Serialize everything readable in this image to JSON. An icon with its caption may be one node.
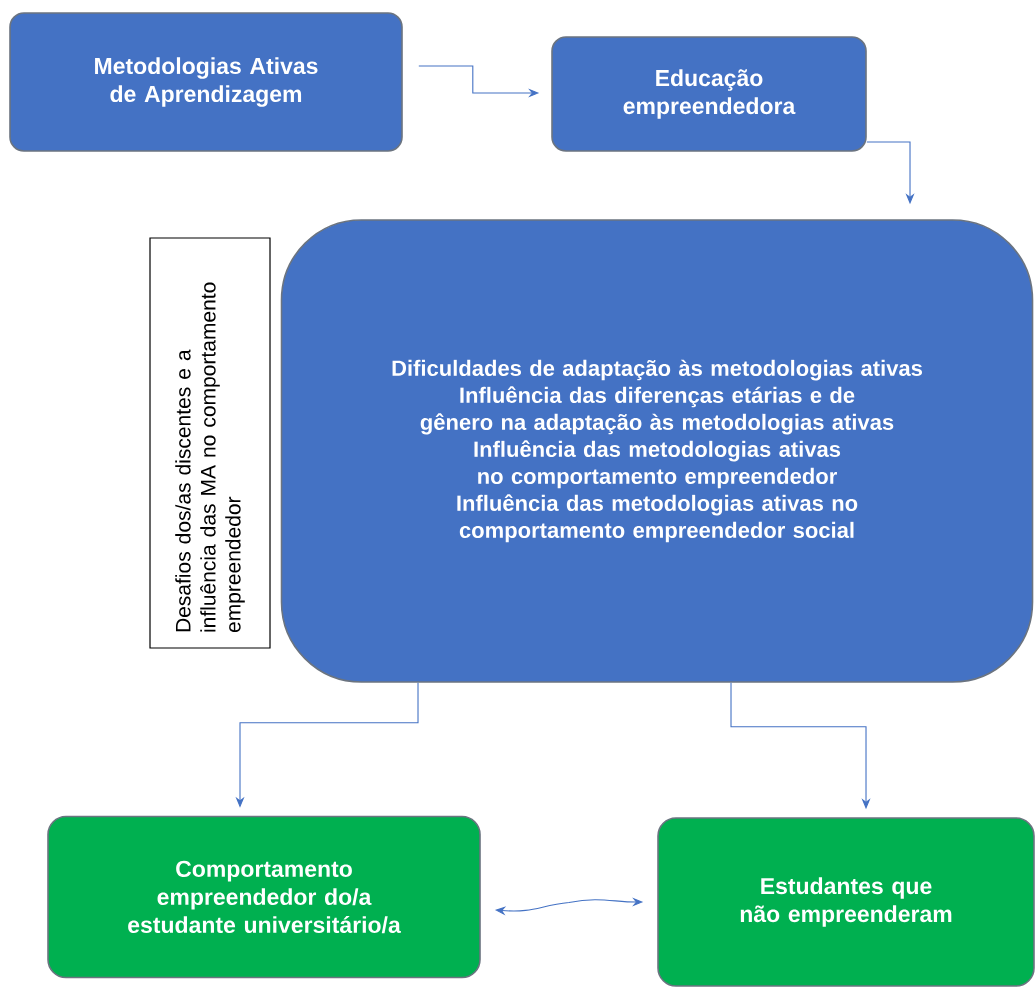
{
  "diagram": {
    "nodes": [
      {
        "text": [
          "Metodologias Ativas de Aprendizagem"
        ]
      },
      {
        "text": [
          "Educação empreendedora"
        ]
      },
      {
        "text": [
          "Dificuldades de adaptação às metodologias ativas",
          "Influência das diferenças etárias e de gênero na adaptação às metodologias ativas",
          "Influência das metodologias ativas no comportamento empreendedor",
          "Influência das metodologias ativas no comportamento empreendedor social"
        ]
      },
      {
        "text": [
          "Desafios dos/as discentes e a influência das MA no comportamento empreendedor"
        ]
      },
      {
        "text": [
          "Comportamento empreendedor do/a estudante universitário/a"
        ]
      },
      {
        "text": [
          "Estudantes que não empreenderam"
        ]
      }
    ],
    "edges": [
      {
        "from": 0,
        "to": 1,
        "arrow": "to"
      },
      {
        "from": 1,
        "to": 2,
        "arrow": "to"
      },
      {
        "from": 2,
        "to": 4,
        "arrow": "to"
      },
      {
        "from": 2,
        "to": 5,
        "arrow": "to"
      },
      {
        "from": 4,
        "to": 5,
        "arrow": "both"
      }
    ]
  }
}
